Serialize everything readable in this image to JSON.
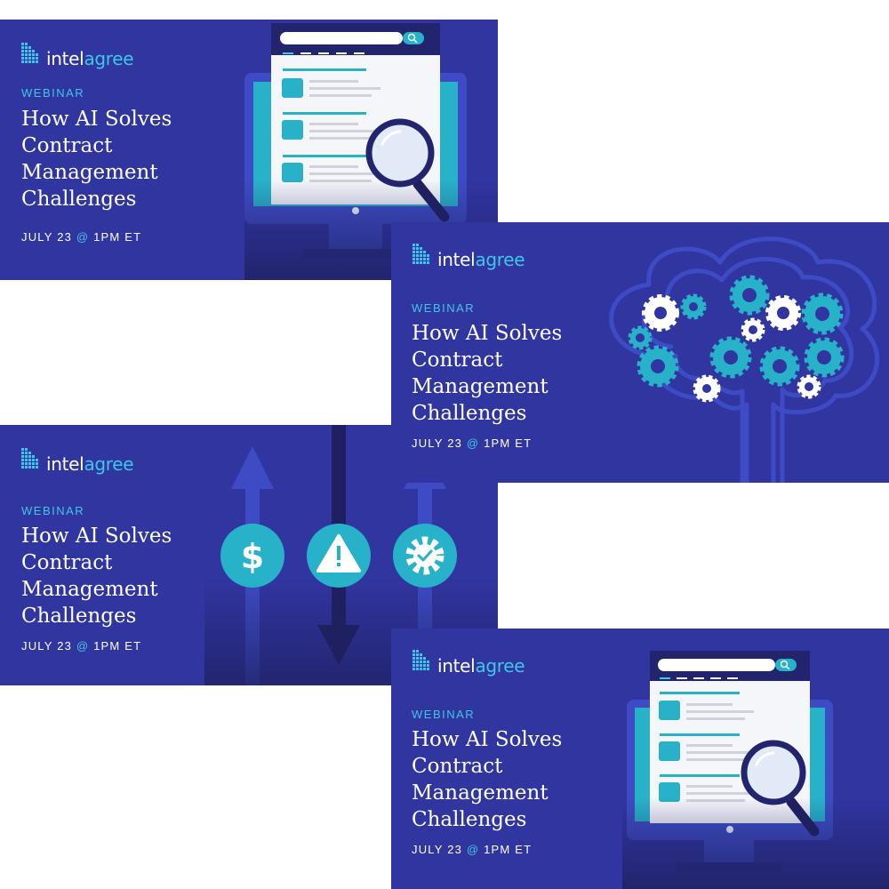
{
  "brand": {
    "part1": "intel",
    "part2": "agree"
  },
  "webinar": {
    "label": "WEBINAR",
    "title_lines": [
      "How AI Solves",
      "Contract",
      "Management",
      "Challenges"
    ],
    "date_part1": "JULY 23",
    "date_at": "@",
    "date_part2": "1PM ET"
  },
  "colors": {
    "background": "#3135a0",
    "accent": "#3ec7e6",
    "dark": "#1e2060"
  },
  "cards": [
    {
      "variant": "search-monitor",
      "illustration_icon": "magnifier-icon"
    },
    {
      "variant": "brain-gears",
      "illustration_icon": "gear-icon"
    },
    {
      "variant": "arrows-icons",
      "icons": [
        "dollar-icon",
        "warning-icon",
        "gear-check-icon"
      ]
    },
    {
      "variant": "search-monitor",
      "illustration_icon": "magnifier-icon"
    }
  ]
}
